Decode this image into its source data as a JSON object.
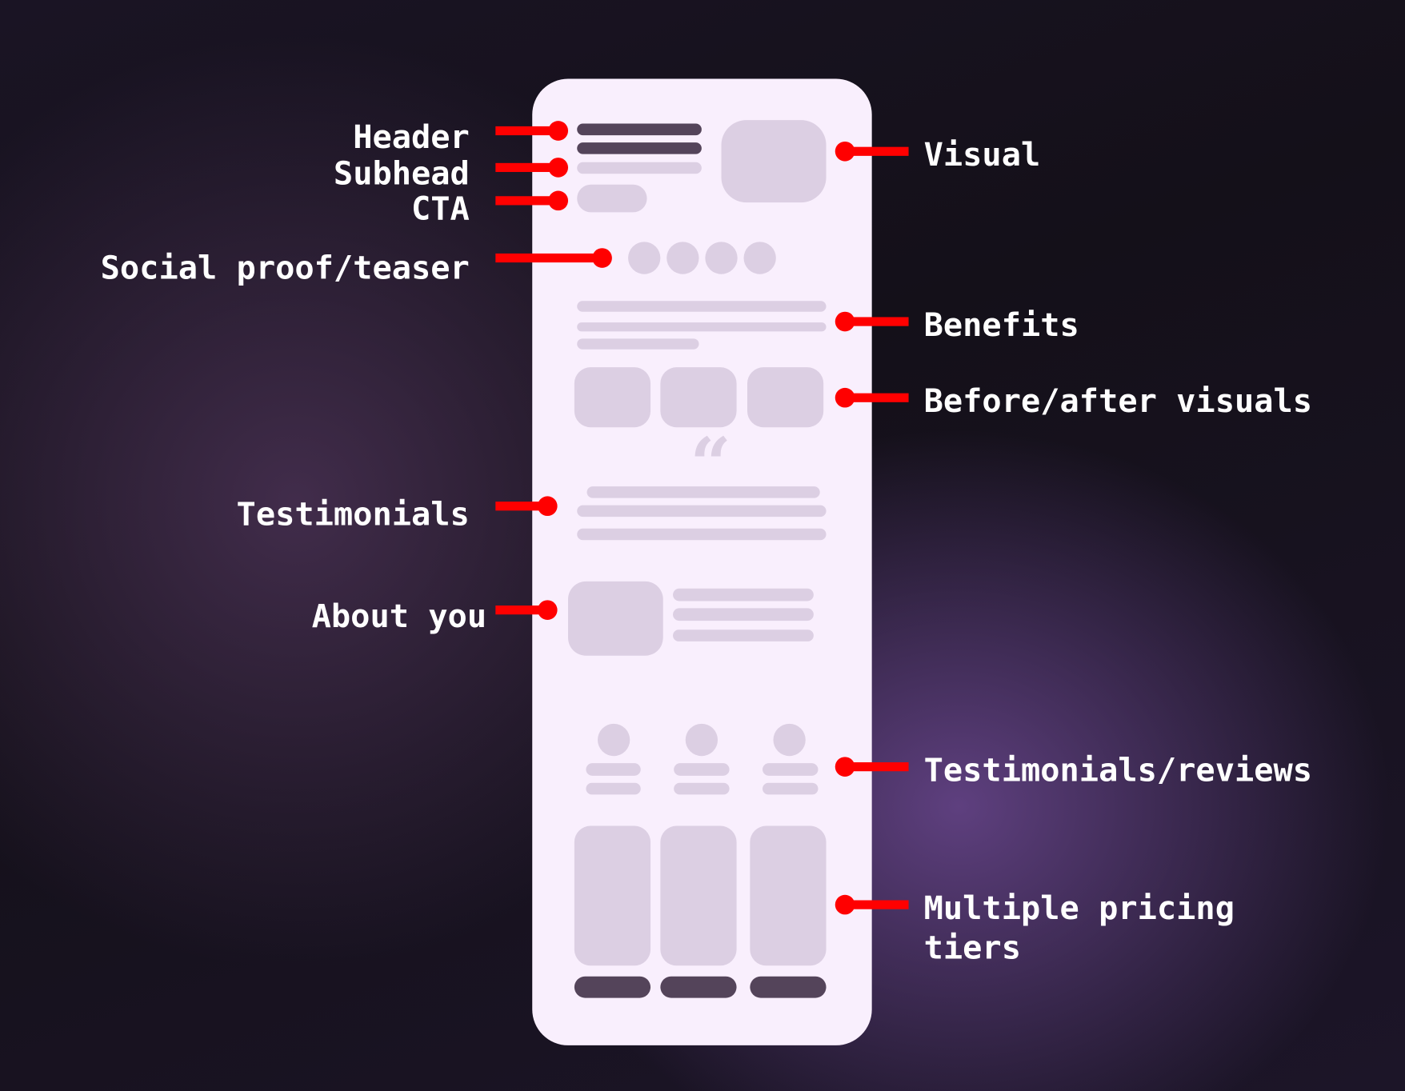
{
  "labels": {
    "header": "Header",
    "subhead": "Subhead",
    "cta": "CTA",
    "social_proof": "Social proof/teaser",
    "testimonials": "Testimonials",
    "about_you": "About you",
    "visual": "Visual",
    "benefits": "Benefits",
    "before_after": "Before/after visuals",
    "testimonials_reviews": "Testimonials/reviews",
    "pricing_line1": "Multiple pricing",
    "pricing_line2": "tiers"
  },
  "quote_glyph": "“",
  "colors": {
    "connector": "#ff0000",
    "card": "#f9effd",
    "placeholder": "#dccfe3",
    "dark_placeholder": "#54445a"
  }
}
